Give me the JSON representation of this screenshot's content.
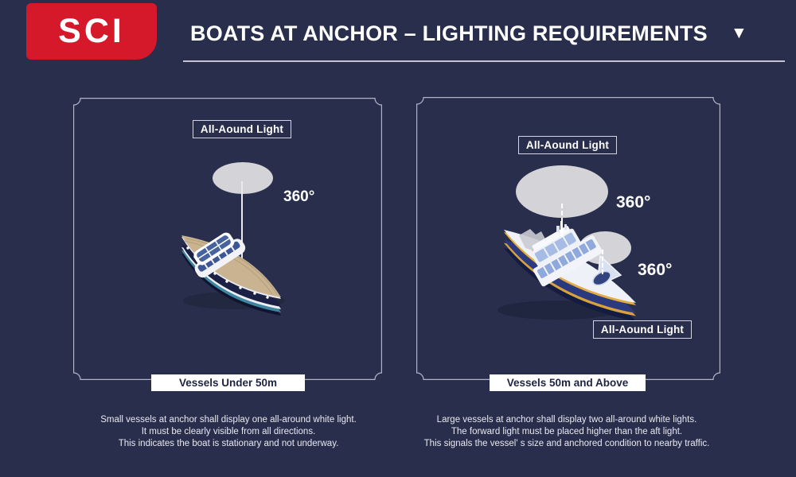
{
  "header": {
    "logo_text": "SCI",
    "title": "BOATS AT ANCHOR – LIGHTING REQUIREMENTS",
    "dropdown_glyph": "▼"
  },
  "colors": {
    "background": "#282e4c",
    "brand_red": "#d5182a",
    "text_light": "#ffffff",
    "divider_gray": "#c6c4d2",
    "light_beam_gray": "#d3d3d8",
    "label_dark_text": "#1d2340",
    "small_boat_teal": "#3e86a0",
    "large_boat_navy": "#2b3a7e",
    "large_boat_gold": "#e3ac42"
  },
  "panels": [
    {
      "title": "Vessels Under 50m",
      "light_labels": [
        "All-Aound Light"
      ],
      "angle_labels": [
        "360°"
      ],
      "caption_lines": [
        "Small vessels at anchor shall display one all-around white light.",
        "It must be clearly visible from all directions.",
        "This indicates the boat is stationary and not underway."
      ]
    },
    {
      "title": "Vessels 50m and Above",
      "light_labels": [
        "All-Aound Light",
        "All-Aound Light"
      ],
      "angle_labels": [
        "360°",
        "360°"
      ],
      "caption_lines": [
        "Large vessels at anchor shall display two all-around white lights.",
        "The forward light must be placed higher than the aft light.",
        "This signals the vessel' s size and anchored condition to nearby traffic."
      ]
    }
  ]
}
